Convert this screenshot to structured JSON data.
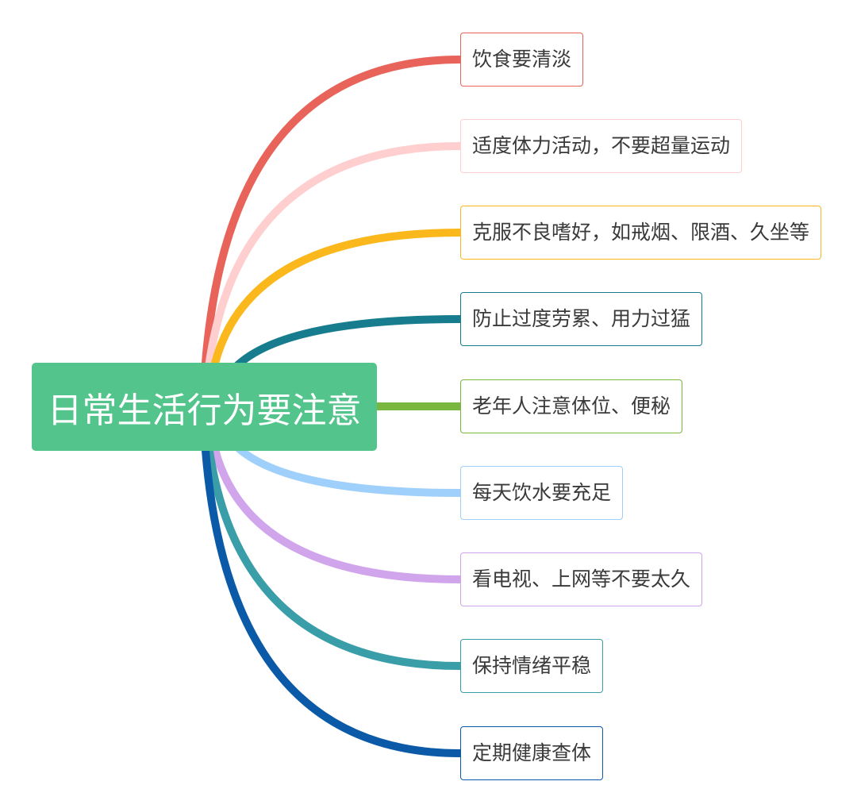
{
  "root": {
    "label": "日常生活行为要注意",
    "color": "#52c48c"
  },
  "branches": [
    {
      "label": "饮食要清淡",
      "color": "#e8635a"
    },
    {
      "label": "适度体力活动，不要超量运动",
      "color": "#ffcfcf"
    },
    {
      "label": "克服不良嗜好，如戒烟、限酒、久坐等",
      "color": "#fbb81c"
    },
    {
      "label": "防止过度劳累、用力过猛",
      "color": "#177d8e"
    },
    {
      "label": "老年人注意体位、便秘",
      "color": "#7ab740"
    },
    {
      "label": "每天饮水要充足",
      "color": "#9fd0fb"
    },
    {
      "label": "看电视、上网等不要太久",
      "color": "#d1a5ec"
    },
    {
      "label": "保持情绪平稳",
      "color": "#3a9ea8"
    },
    {
      "label": "定期健康查体",
      "color": "#0b5aa8"
    }
  ]
}
